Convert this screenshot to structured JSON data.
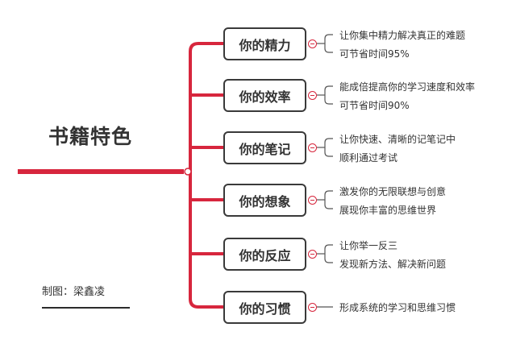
{
  "title": "书籍特色",
  "credit": "制图：梁鑫凌",
  "colors": {
    "accent": "#d7263d",
    "text": "#333333",
    "box_border": "#3a3a3a",
    "line_dark": "#555555"
  },
  "branches": [
    {
      "label": "你的精力",
      "items": [
        "让你集中精力解决真正的难题",
        "可节省时间95%"
      ]
    },
    {
      "label": "你的效率",
      "items": [
        "能成倍提高你的学习速度和效率",
        "可节省时间90%"
      ]
    },
    {
      "label": "你的笔记",
      "items": [
        "让你快速、清晰的记笔记中",
        "顺利通过考试"
      ]
    },
    {
      "label": "你的想象",
      "items": [
        "激发你的无限联想与创意",
        "展现你丰富的思维世界"
      ]
    },
    {
      "label": "你的反应",
      "items": [
        "让你举一反三",
        "发现新方法、解决新问题"
      ]
    },
    {
      "label": "你的习惯",
      "items": [
        "形成系统的学习和思维习惯"
      ]
    }
  ]
}
